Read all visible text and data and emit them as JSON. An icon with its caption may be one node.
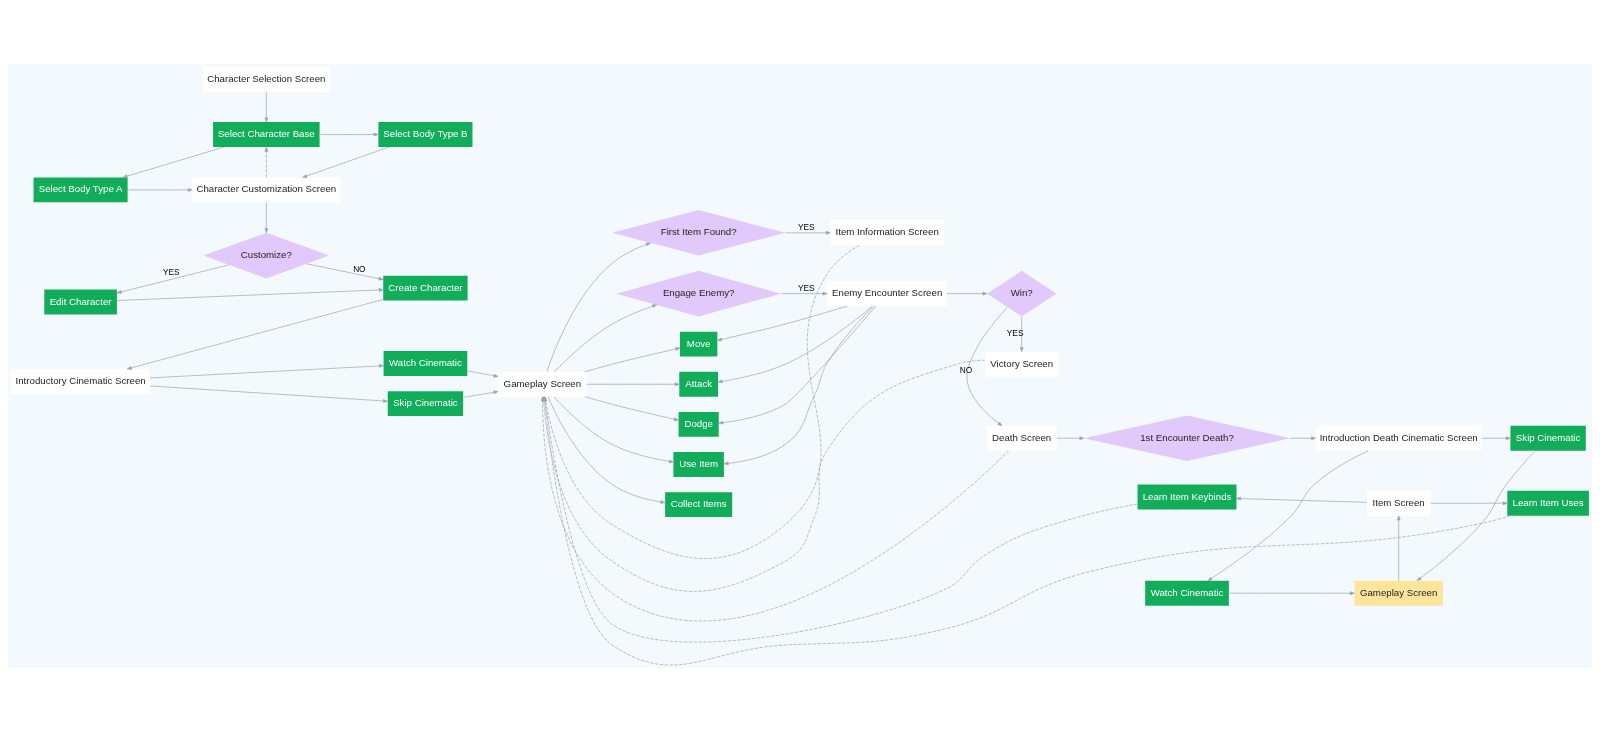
{
  "diagram": {
    "nodes": [
      {
        "text": [
          "Character Selection Screen"
        ]
      },
      {
        "text": [
          "Select Character Base"
        ]
      },
      {
        "text": [
          "Select Body Type A"
        ]
      },
      {
        "text": [
          "Select Body Type B"
        ]
      },
      {
        "text": [
          "Character Customization Screen"
        ]
      },
      {
        "text": [
          "Customize?"
        ]
      },
      {
        "text": [
          "Edit Character"
        ]
      },
      {
        "text": [
          "Create Character"
        ]
      },
      {
        "text": [
          "Introductory Cinematic Screen"
        ]
      },
      {
        "text": [
          "Watch Cinematic"
        ]
      },
      {
        "text": [
          "Skip Cinematic"
        ]
      },
      {
        "text": [
          "Gameplay Screen"
        ]
      },
      {
        "text": [
          "First Item Found?"
        ]
      },
      {
        "text": [
          "Engage Enemy?"
        ]
      },
      {
        "text": [
          "Item Information Screen"
        ]
      },
      {
        "text": [
          "Enemy Encounter Screen"
        ]
      },
      {
        "text": [
          "Victory Screen"
        ]
      },
      {
        "text": [
          "Win?"
        ]
      },
      {
        "text": [
          "Move"
        ]
      },
      {
        "text": [
          "Attack"
        ]
      },
      {
        "text": [
          "Dodge"
        ]
      },
      {
        "text": [
          "Use Item"
        ]
      },
      {
        "text": [
          "Collect Items"
        ]
      },
      {
        "text": [
          "Death Screen"
        ]
      },
      {
        "text": [
          "1st Encounter Death?"
        ]
      },
      {
        "text": [
          "Introduction Death Cinematic Screen"
        ]
      },
      {
        "text": [
          "Watch Cinematic"
        ]
      },
      {
        "text": [
          "Skip Cinematic"
        ]
      },
      {
        "text": [
          "Gameplay Screen"
        ]
      },
      {
        "text": [
          "Item Screen"
        ]
      },
      {
        "text": [
          "Learn Item Keybinds"
        ]
      },
      {
        "text": [
          "Learn Item Uses"
        ]
      }
    ],
    "edges": [
      {
        "from": 0,
        "to": 1,
        "arrow": "to"
      },
      {
        "from": 1,
        "to": 2,
        "arrow": "to"
      },
      {
        "from": 1,
        "to": 3,
        "arrow": "to"
      },
      {
        "from": 2,
        "to": 4,
        "arrow": "to"
      },
      {
        "from": 3,
        "to": 4,
        "arrow": "to"
      },
      {
        "from": 4,
        "to": 1,
        "arrow": "to",
        "style": "dashed"
      },
      {
        "from": 4,
        "to": 5,
        "arrow": "to"
      },
      {
        "from": 5,
        "to": 6,
        "arrow": "to",
        "label": "YES"
      },
      {
        "from": 5,
        "to": 7,
        "arrow": "to",
        "label": "NO"
      },
      {
        "from": 6,
        "to": 7,
        "arrow": "to"
      },
      {
        "from": 7,
        "to": 8,
        "arrow": "to"
      },
      {
        "from": 8,
        "to": 9,
        "arrow": "to"
      },
      {
        "from": 8,
        "to": 10,
        "arrow": "to"
      },
      {
        "from": 9,
        "to": 11,
        "arrow": "to"
      },
      {
        "from": 10,
        "to": 11,
        "arrow": "to"
      },
      {
        "from": 11,
        "to": 12,
        "arrow": "to"
      },
      {
        "from": 11,
        "to": 13,
        "arrow": "to"
      },
      {
        "from": 12,
        "to": 14,
        "arrow": "to",
        "label": "YES"
      },
      {
        "from": 13,
        "to": 15,
        "arrow": "to",
        "label": "YES"
      },
      {
        "from": 16,
        "to": 11,
        "arrow": "to",
        "style": "dashed"
      },
      {
        "from": 14,
        "to": 11,
        "arrow": "to",
        "style": "dashed"
      },
      {
        "from": 15,
        "to": 17,
        "arrow": "to"
      },
      {
        "from": 17,
        "to": 16,
        "arrow": "to",
        "label": "YES"
      },
      {
        "from": 17,
        "to": 23,
        "arrow": "to",
        "label": "NO"
      },
      {
        "from": 11,
        "to": 18,
        "arrow": "to"
      },
      {
        "from": 11,
        "to": 19,
        "arrow": "to"
      },
      {
        "from": 11,
        "to": 20,
        "arrow": "to"
      },
      {
        "from": 11,
        "to": 21,
        "arrow": "to"
      },
      {
        "from": 11,
        "to": 22,
        "arrow": "to"
      },
      {
        "from": 15,
        "to": 18,
        "arrow": "to"
      },
      {
        "from": 15,
        "to": 19,
        "arrow": "to"
      },
      {
        "from": 15,
        "to": 20,
        "arrow": "to"
      },
      {
        "from": 15,
        "to": 21,
        "arrow": "to"
      },
      {
        "from": 23,
        "to": 11,
        "arrow": "to",
        "style": "dashed"
      },
      {
        "from": 23,
        "to": 24,
        "arrow": "to"
      },
      {
        "from": 24,
        "to": 25,
        "arrow": "to"
      },
      {
        "from": 25,
        "to": 26,
        "arrow": "to"
      },
      {
        "from": 25,
        "to": 27,
        "arrow": "to"
      },
      {
        "from": 26,
        "to": 28,
        "arrow": "to"
      },
      {
        "from": 27,
        "to": 28,
        "arrow": "to"
      },
      {
        "from": 28,
        "to": 29,
        "arrow": "to"
      },
      {
        "from": 29,
        "to": 30,
        "arrow": "to"
      },
      {
        "from": 29,
        "to": 31,
        "arrow": "to"
      },
      {
        "from": 30,
        "to": 11,
        "arrow": "to",
        "style": "dashed"
      },
      {
        "from": 31,
        "to": 11,
        "arrow": "to",
        "style": "dashed"
      }
    ]
  }
}
